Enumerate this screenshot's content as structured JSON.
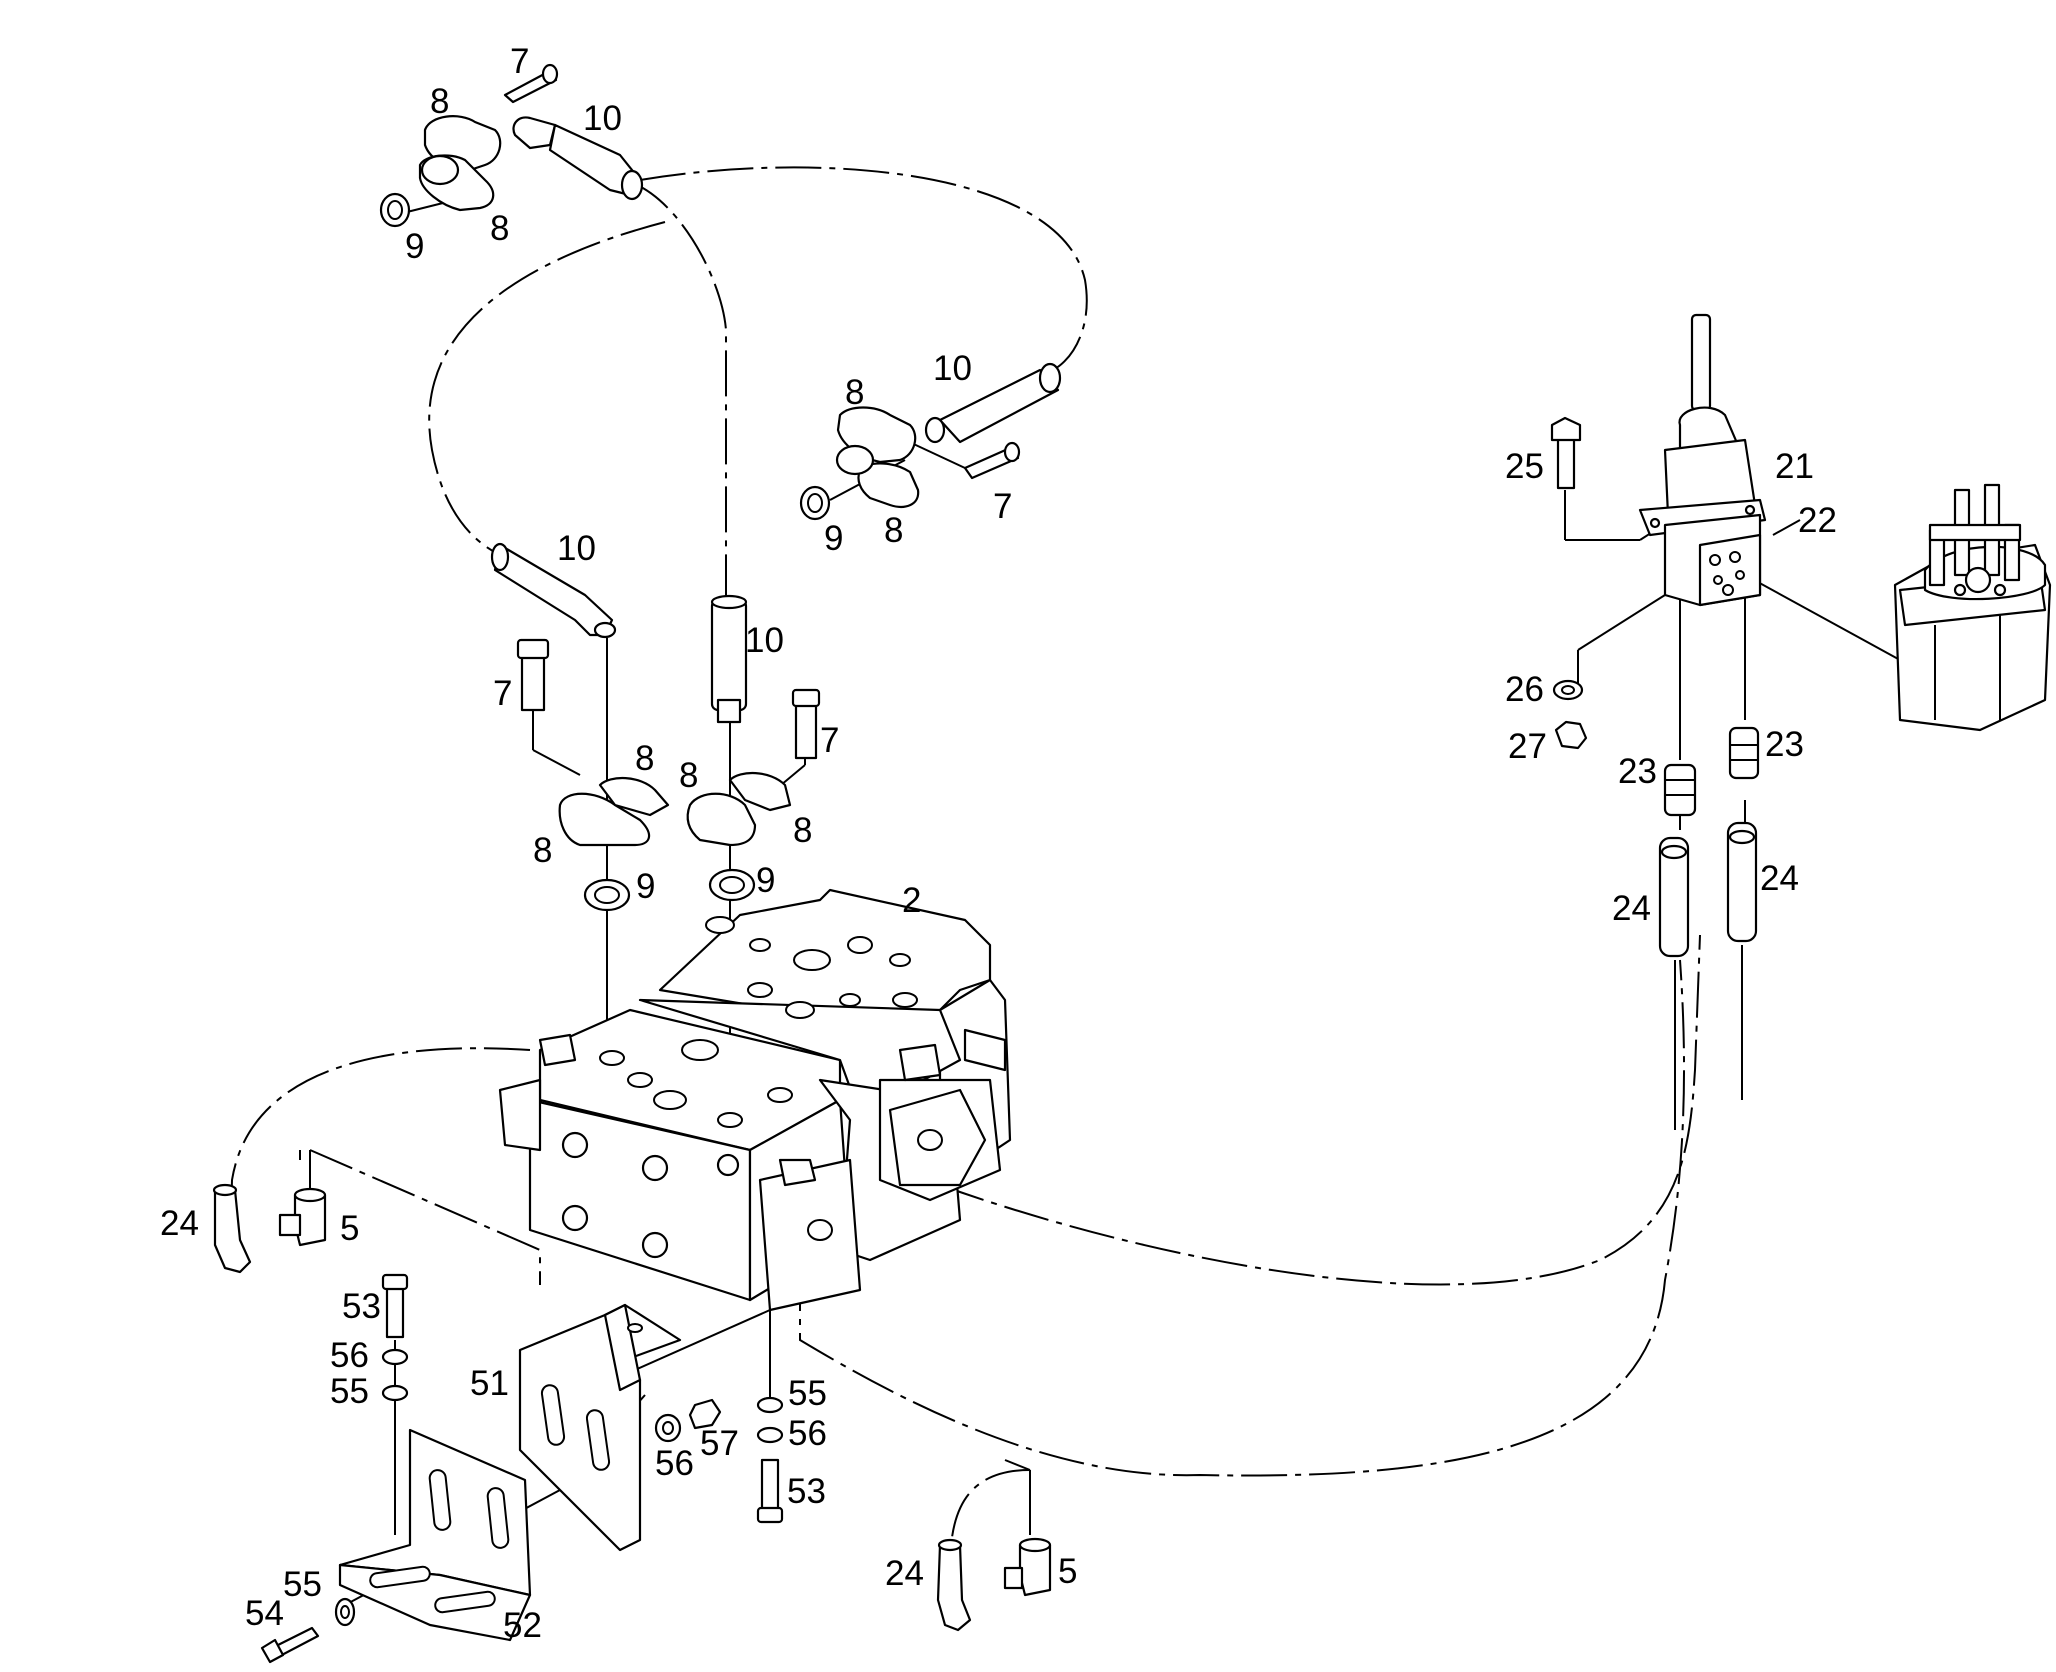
{
  "diagram": {
    "callouts": [
      {
        "id": "c-7-a",
        "text": "7"
      },
      {
        "id": "c-8-a",
        "text": "8"
      },
      {
        "id": "c-10-a",
        "text": "10"
      },
      {
        "id": "c-9-a",
        "text": "9"
      },
      {
        "id": "c-8-b",
        "text": "8"
      },
      {
        "id": "c-8-c",
        "text": "8"
      },
      {
        "id": "c-10-b",
        "text": "10"
      },
      {
        "id": "c-9-b",
        "text": "9"
      },
      {
        "id": "c-8-d",
        "text": "8"
      },
      {
        "id": "c-7-b",
        "text": "7"
      },
      {
        "id": "c-10-c",
        "text": "10"
      },
      {
        "id": "c-10-d",
        "text": "10"
      },
      {
        "id": "c-7-c",
        "text": "7"
      },
      {
        "id": "c-7-d",
        "text": "7"
      },
      {
        "id": "c-8-e",
        "text": "8"
      },
      {
        "id": "c-8-f",
        "text": "8"
      },
      {
        "id": "c-8-g",
        "text": "8"
      },
      {
        "id": "c-8-h",
        "text": "8"
      },
      {
        "id": "c-9-c",
        "text": "9"
      },
      {
        "id": "c-9-d",
        "text": "9"
      },
      {
        "id": "c-2",
        "text": "2"
      },
      {
        "id": "c-25",
        "text": "25"
      },
      {
        "id": "c-21",
        "text": "21"
      },
      {
        "id": "c-22",
        "text": "22"
      },
      {
        "id": "c-26",
        "text": "26"
      },
      {
        "id": "c-27",
        "text": "27"
      },
      {
        "id": "c-23-a",
        "text": "23"
      },
      {
        "id": "c-23-b",
        "text": "23"
      },
      {
        "id": "c-24-a",
        "text": "24"
      },
      {
        "id": "c-24-b",
        "text": "24"
      },
      {
        "id": "c-24-c",
        "text": "24"
      },
      {
        "id": "c-5-a",
        "text": "5"
      },
      {
        "id": "c-53-a",
        "text": "53"
      },
      {
        "id": "c-56-a",
        "text": "56"
      },
      {
        "id": "c-55-a",
        "text": "55"
      },
      {
        "id": "c-51",
        "text": "51"
      },
      {
        "id": "c-55-b",
        "text": "55"
      },
      {
        "id": "c-57",
        "text": "57"
      },
      {
        "id": "c-56-b",
        "text": "56"
      },
      {
        "id": "c-56-c",
        "text": "56"
      },
      {
        "id": "c-53-b",
        "text": "53"
      },
      {
        "id": "c-24-d",
        "text": "24"
      },
      {
        "id": "c-5-b",
        "text": "5"
      },
      {
        "id": "c-54",
        "text": "54"
      },
      {
        "id": "c-55-c",
        "text": "55"
      },
      {
        "id": "c-52",
        "text": "52"
      }
    ]
  }
}
